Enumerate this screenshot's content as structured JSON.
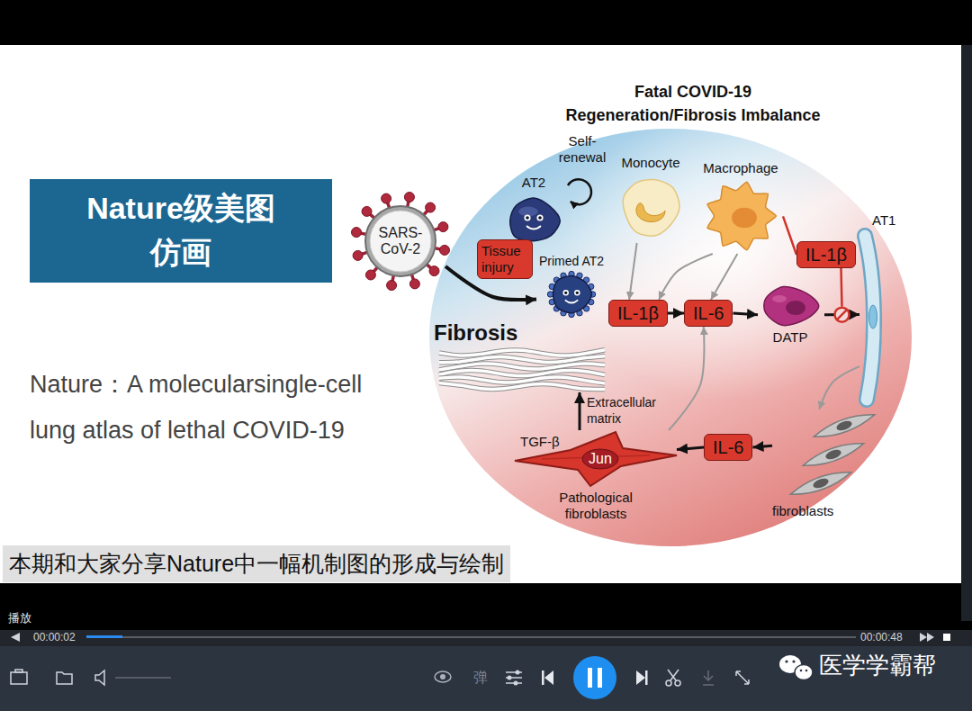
{
  "diagram": {
    "title": "Fatal COVID-19 Regeneration/Fibrosis Imbalance",
    "caption": "本期和大家分享Nature中一幅机制图的形成与绘制",
    "nodes": [
      {
        "text": [
          "Nature级美图 仿画"
        ]
      },
      {
        "text": [
          "SARS- CoV-2"
        ]
      },
      {
        "text": [
          "AT2"
        ]
      },
      {
        "text": [
          "Tissue injury"
        ]
      },
      {
        "text": [
          "Primed AT2"
        ]
      },
      {
        "text": [
          "Monocyte"
        ]
      },
      {
        "text": [
          "Macrophage"
        ]
      },
      {
        "text": [
          "AT1"
        ]
      },
      {
        "text": [
          "IL-1β"
        ]
      },
      {
        "text": [
          "IL-6"
        ]
      },
      {
        "text": [
          "DATP"
        ]
      },
      {
        "text": [
          "IL-1β"
        ]
      },
      {
        "text": [
          "Fibrosis"
        ]
      },
      {
        "text": [
          "TGF-β",
          "Jun",
          "Pathological fibroblasts"
        ]
      },
      {
        "text": [
          "IL-6"
        ]
      },
      {
        "text": [
          "fibroblasts"
        ]
      }
    ],
    "edges": [
      {
        "from": 1,
        "to": 4,
        "arrow": "to"
      },
      {
        "from": 5,
        "to": 8,
        "arrow": "to"
      },
      {
        "from": 6,
        "to": 8,
        "arrow": "to"
      },
      {
        "from": 6,
        "to": 9,
        "arrow": "to"
      },
      {
        "from": 8,
        "to": 9,
        "arrow": "to"
      },
      {
        "from": 9,
        "to": 10,
        "arrow": "to"
      },
      {
        "from": 10,
        "to": 7,
        "arrow": "to"
      },
      {
        "from": 6,
        "to": 11,
        "arrow": "none"
      },
      {
        "from": 7,
        "to": 15,
        "arrow": "to"
      },
      {
        "from": 15,
        "to": 14,
        "arrow": "to"
      },
      {
        "from": 14,
        "to": 13,
        "arrow": "to"
      },
      {
        "from": 13,
        "to": 9,
        "arrow": "to"
      },
      {
        "from": 13,
        "to": 12,
        "label": "Extracellular matrix",
        "arrow": "to"
      }
    ],
    "labels": [
      "Nature：A molecularsingle-cell lung atlas of lethal COVID-19",
      "Self- renewal",
      "播放",
      "00:00:02",
      "00:00:48",
      "弹",
      "医学学霸帮"
    ]
  }
}
